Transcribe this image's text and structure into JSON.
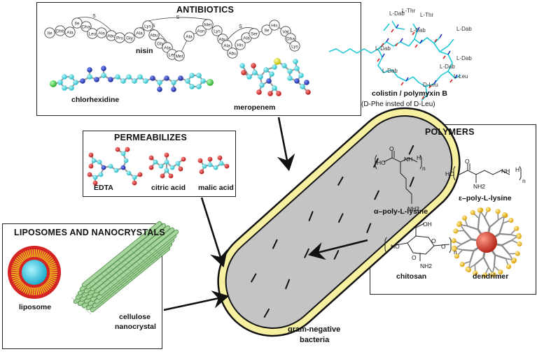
{
  "antibiotics": {
    "title": "ANTIBIOTICS",
    "nisin": "nisin",
    "chlorhexidine": "chlorhexidine",
    "meropenem": "meropenem",
    "colistin": "colistin / polymyxin B",
    "colistin_note": "(D-Phe insted of D-Leu)",
    "nisin_residues": [
      "Ile",
      "Dhb",
      "Ala",
      "Ile",
      "Dha",
      "Leu",
      "Ala",
      "Abu",
      "Pro",
      "Gly",
      "Ala",
      "Lys",
      "Abu",
      "Gly",
      "Ala",
      "Leu",
      "Met",
      "Ala",
      "Asn",
      "Met",
      "Lys",
      "Abu",
      "Ala",
      "Abu",
      "His",
      "Ala",
      "Ser",
      "Ile",
      "His",
      "Val",
      "Dha",
      "Lys"
    ],
    "colistin_residues": [
      "L-Dab",
      "L-Thr",
      "L-Thr",
      "L-Dab",
      "L-Dab",
      "L-Dab",
      "L-Dab",
      "L-Dab",
      "L-Dab",
      "L-Leu",
      "D-Leu"
    ]
  },
  "permeabilizers": {
    "title": "PERMEABILIZES",
    "edta": "EDTA",
    "citric": "citric acid",
    "malic": "malic acid"
  },
  "polymers": {
    "title": "POLYMERS",
    "alpha_pll": "α–poly-L-lysine",
    "epsilon_pll": "ε–poly-L-lysine",
    "chitosan": "chitosan",
    "dendrimer": "dendrimer",
    "formula_text": [
      "HO",
      "O",
      "NH",
      "H",
      "n",
      "NH2",
      "O",
      "HO",
      "NH2",
      "NH",
      "H",
      "n",
      "OH",
      "O",
      "HO",
      "NH2",
      "O",
      "O",
      "n"
    ]
  },
  "liposomes": {
    "title": "LIPOSOMES AND NANOCRYSTALS",
    "liposome": "liposome",
    "cellulose": "cellulose",
    "nanocrystal": "nanocrystal"
  },
  "bacteria": {
    "line1": "gram-negative",
    "line2": "bacteria"
  },
  "colors": {
    "carbon": "#2fd3dd",
    "nitrogen": "#1c2fb0",
    "oxygen": "#d42020",
    "chlorine": "#3bd13b",
    "sulfur": "#e6e000",
    "bacteria_fill": "#c4c4c4",
    "bacteria_wall": "#f7f0a0",
    "liposome_core": "#1ec8e0",
    "liposome_shell": "#e23030",
    "nanocrystal": "#9ccc92",
    "dendrimer_core": "#d43a2a",
    "dendrimer_tips": "#f2c12c",
    "dendrimer_arms": "#8a8a8a"
  }
}
